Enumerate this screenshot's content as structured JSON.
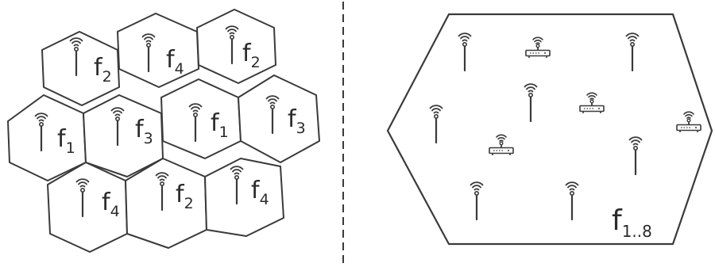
{
  "left_network": {
    "cells": [
      {
        "freq": "f",
        "sub": "2"
      },
      {
        "freq": "f",
        "sub": "4"
      },
      {
        "freq": "f",
        "sub": "2"
      },
      {
        "freq": "f",
        "sub": "1"
      },
      {
        "freq": "f",
        "sub": "3"
      },
      {
        "freq": "f",
        "sub": "1"
      },
      {
        "freq": "f",
        "sub": "3"
      },
      {
        "freq": "f",
        "sub": "4"
      },
      {
        "freq": "f",
        "sub": "2"
      },
      {
        "freq": "f",
        "sub": "4"
      }
    ]
  },
  "right_network": {
    "freq": "f",
    "sub": "1..8"
  },
  "icons": {
    "antenna": "antenna-icon",
    "router": "wifi-router-icon"
  }
}
